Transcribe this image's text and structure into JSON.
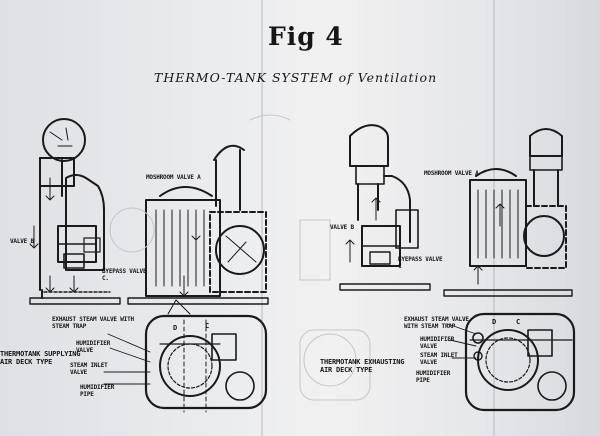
{
  "figure": {
    "title": "Fig 4",
    "subtitle": "THERMO-TANK  SYSTEM  of  Ventilation"
  },
  "left_diagram": {
    "mushroom_valve": "MOSHROOM VALVE A",
    "valve_b": "VALVE B",
    "bypass_valve": "BYEPASS VALVE C.",
    "exhaust_steam_valve": "EXHAUST STEAM VALVE WITH STEAM TRAP",
    "humidifier_valve": "HUMIDIFIER VALVE",
    "steam_inlet_valve": "STEAM INLET VALVE",
    "humidifier_pipe": "HUMIDIFIER PIPE",
    "caption": "THERMOTANK SUPPLYING AIR DECK TYPE",
    "letter_d": "D",
    "letter_c": "C"
  },
  "right_diagram": {
    "mushroom_valve": "MOSHROOM VALVE A",
    "valve_b": "VALVE B",
    "bypass_valve": "BYEPASS VALVE C",
    "exhaust_steam_valve": "EXHAUST STEAM VALVE WITH STEAM TRAP",
    "humidifier_valve": "HUMIDIFIER VALVE",
    "steam_inlet_valve": "STEAM INLET VALVE",
    "humidifier_pipe": "HUMIDIFIER PIPE",
    "caption": "THERMOTANK EXHAUSTING AIR DECK TYPE",
    "letter_d": "D",
    "letter_c": "C"
  }
}
